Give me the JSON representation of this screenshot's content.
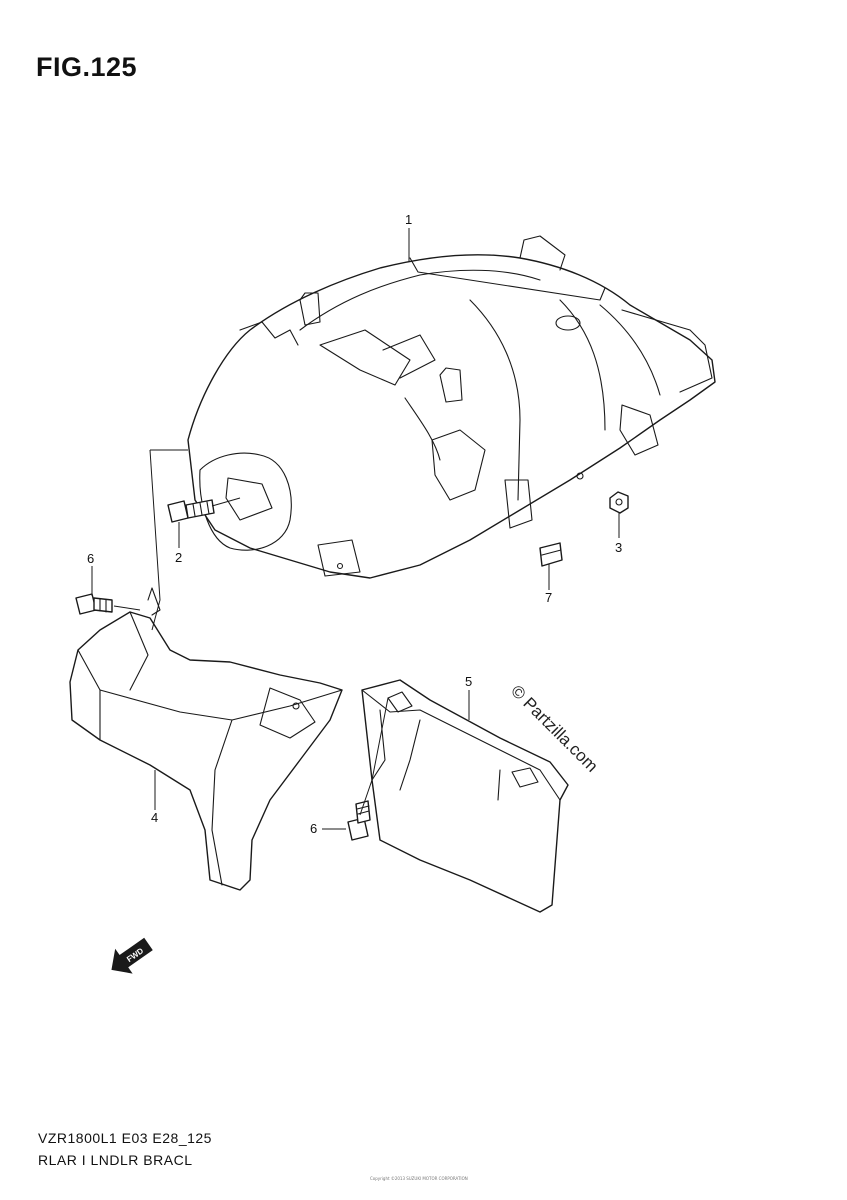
{
  "figure": {
    "title": "FIG.125"
  },
  "callouts": [
    {
      "id": "1",
      "label": "1"
    },
    {
      "id": "2",
      "label": "2"
    },
    {
      "id": "3",
      "label": "3"
    },
    {
      "id": "4",
      "label": "4"
    },
    {
      "id": "5",
      "label": "5"
    },
    {
      "id": "6a",
      "label": "6"
    },
    {
      "id": "6b",
      "label": "6"
    },
    {
      "id": "7",
      "label": "7"
    }
  ],
  "watermark": "© Partzilla.com",
  "fwd_arrow": {
    "label": "FWD",
    "icon": "fwd-arrow-icon"
  },
  "footer": {
    "model_code": "VZR1800L1 E03 E28_125",
    "section_name": "RLAR I LNDLR BRACL",
    "copyright": "Copyright ©2013 SUZUKI MOTOR CORPORATION"
  }
}
